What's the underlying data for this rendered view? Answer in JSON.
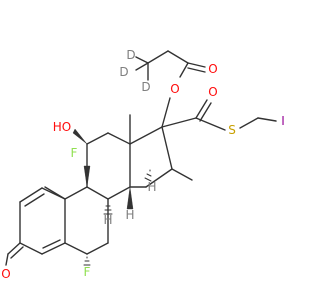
{
  "molecule": {
    "atoms": {
      "deuterium": "D",
      "oxygen": "O",
      "hydroxyl": "HO",
      "fluorine": "F",
      "sulfur": "S",
      "iodine": "I",
      "hydrogen": "H"
    },
    "colors": {
      "bond": "#333333",
      "oxygen": "#ff0d0d",
      "fluorine": "#90e050",
      "sulfur": "#c8a000",
      "iodine": "#940094",
      "deuterium": "#7f7f7f",
      "hydrogen": "#7f7f7f"
    }
  }
}
